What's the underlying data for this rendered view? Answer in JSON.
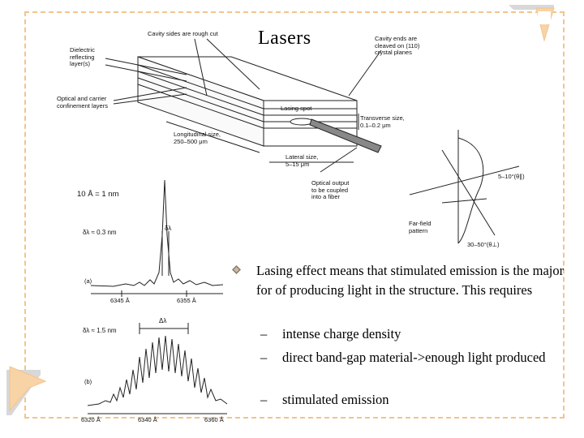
{
  "slide": {
    "title": "Lasers",
    "bullet": {
      "text": "Lasing effect means that stimulated emission is the major for of producing light in the structure. This requires",
      "sub_items": [
        "intense charge density",
        "direct band-gap material->enough light produced",
        "stimulated emission"
      ],
      "dash": "–"
    }
  },
  "laser_diagram": {
    "labels": {
      "cavity_sides": "Cavity sides are rough cut",
      "cavity_ends": "Cavity ends are\ncleaved on (110)\ncrystal planes",
      "dielectric": "Dielectric\nreflecting\nlayer(s)",
      "confinement": "Optical and carrier\nconfinement layers",
      "lasing_spot": "Lasing spot",
      "transverse": "Transverse size,\n0.1–0.2 μm",
      "longitudinal": "Longitudinal size,\n250–500 μm",
      "lateral": "Lateral size,\n5–15 μm",
      "optical_output": "Optical output\nto be coupled\ninto a fiber",
      "far_field": "Far-field\npattern",
      "angle_small": "5–10°(θ∥)",
      "angle_large": "30–50°(θ⊥)"
    }
  },
  "spectra": {
    "scale": "10 Å = 1 nm",
    "top": {
      "linewidth": "δλ ≈ 0.3 nm",
      "delta": "δλ",
      "tag": "(a)",
      "tick_left": "6345 Å",
      "tick_right": "6355 Å"
    },
    "bottom": {
      "linewidth": "δλ ≈ 1.5 nm",
      "delta": "Δλ",
      "tag": "(b)",
      "tick_left": "6320 Å",
      "tick_mid": "6340 Å",
      "tick_right": "6360 Å"
    }
  },
  "colors": {
    "frame": "#f2c48d",
    "corner": "#f5cc9c",
    "bullet": "#8a7a6a"
  }
}
